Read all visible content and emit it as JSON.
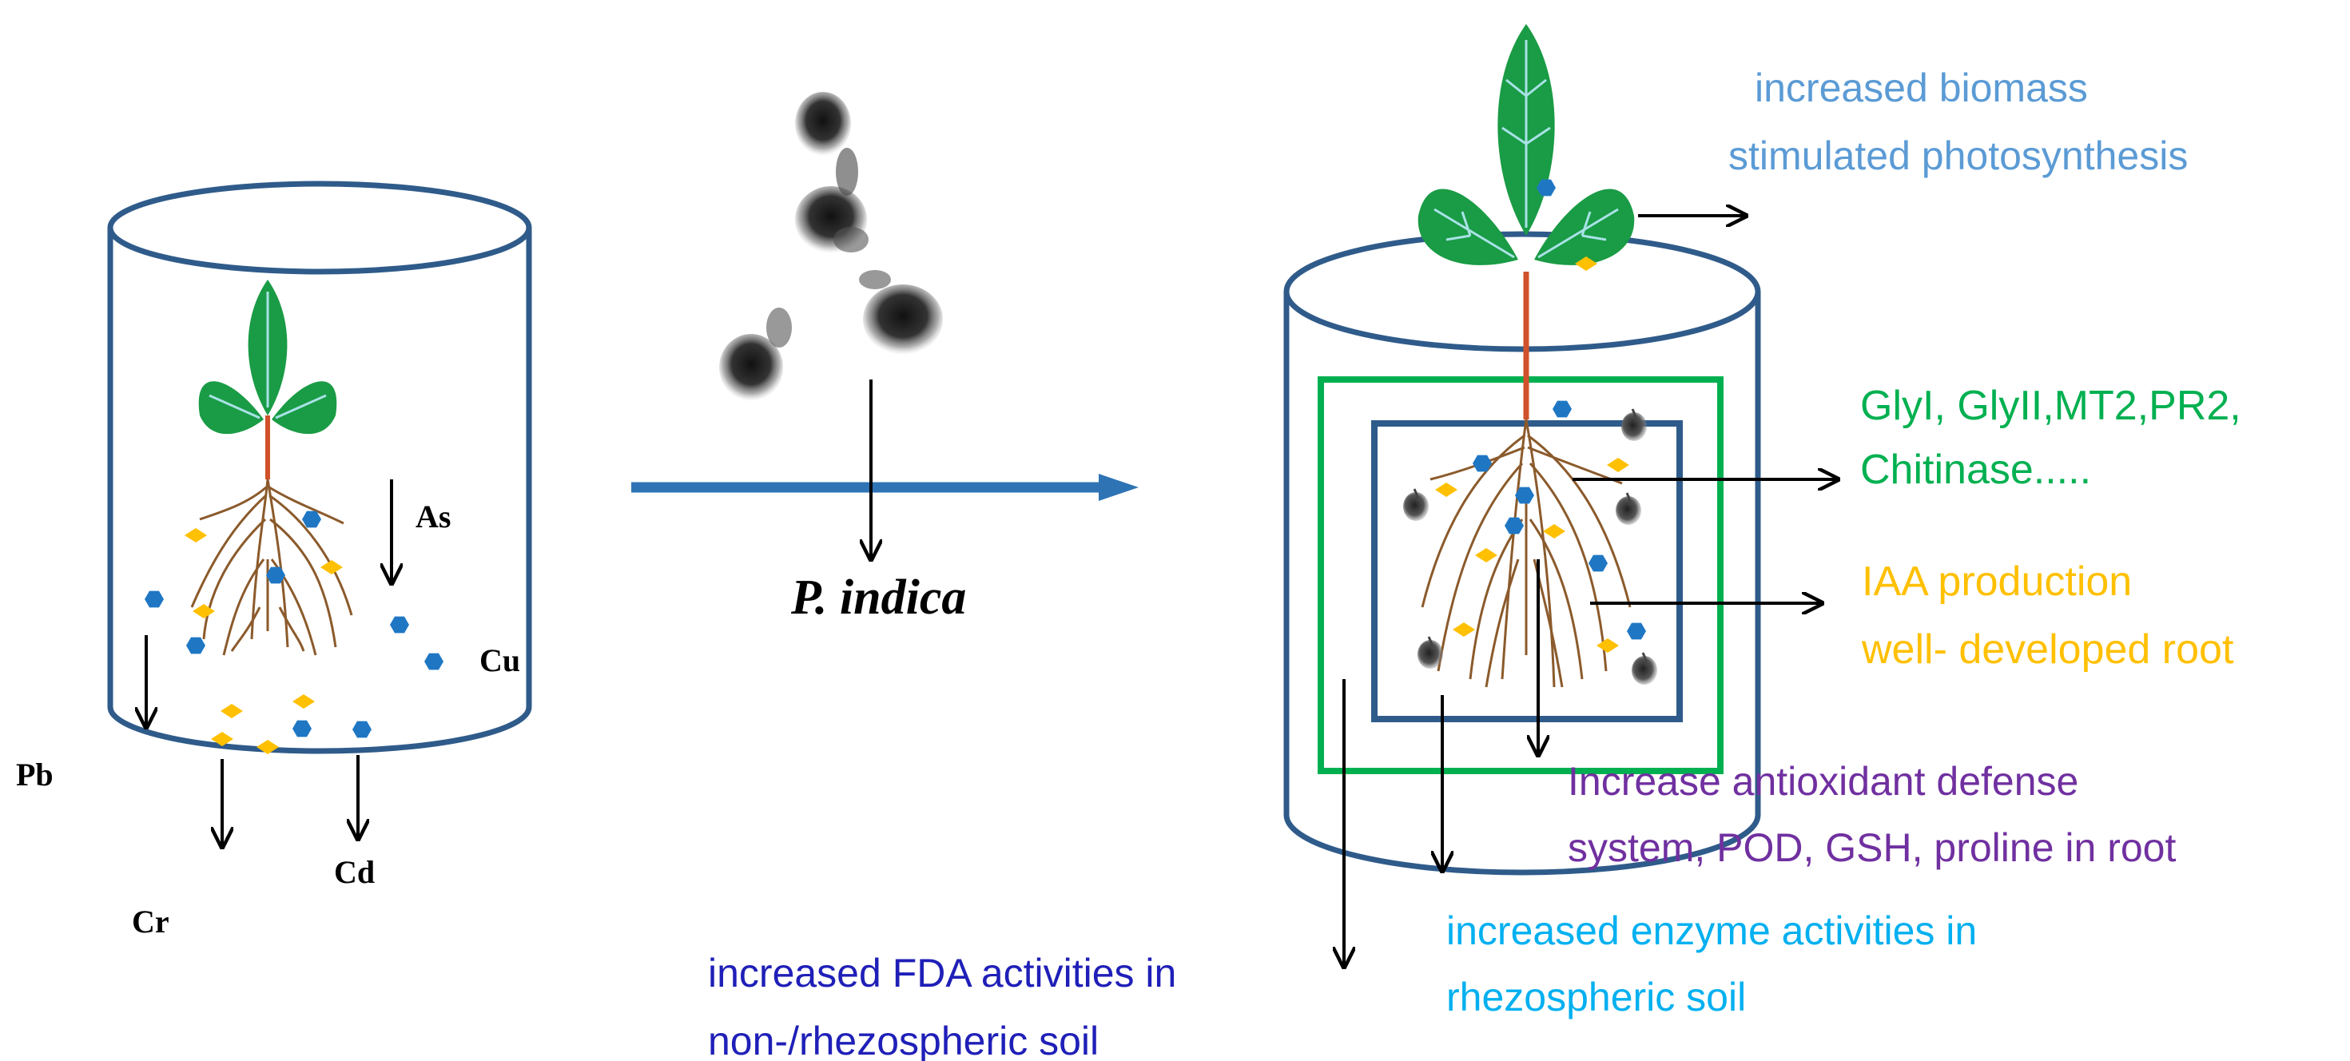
{
  "left_pot": {
    "metals": {
      "as": "As",
      "cu": "Cu",
      "pb": "Pb",
      "cd": "Cd",
      "cr": "Cr"
    }
  },
  "treatment": {
    "fungus_label": "P. indica"
  },
  "right_pot": {
    "shoot_effects": {
      "line1": "increased biomass",
      "line2": "stimulated photosynthesis"
    },
    "genes": {
      "line1": "GlyI,  GlyII,MT2,PR2,",
      "line2": "Chitinase....."
    },
    "root_effects": {
      "line1": "IAA production",
      "line2": "well- developed root"
    },
    "antioxidant": {
      "line1": "Increase antioxidant defense",
      "line2": "system, POD, GSH, proline in root"
    },
    "enzyme": {
      "line1": "increased enzyme activities in",
      "line2": "rhezospheric soil"
    },
    "fda": {
      "line1": "increased FDA activities in",
      "line2": "non-/rhezospheric soil"
    }
  },
  "colors": {
    "pot_outline": "#2f5b8a",
    "process_arrow": "#2e74b5",
    "leaf": "#1a9b45",
    "leaf_vein": "#a8e2e6",
    "stem": "#d0512a",
    "root": "#8b5a2b",
    "metal_hexagon": "#1f77c4",
    "metal_diamond": "#ffc000",
    "green_box": "#00b050",
    "inner_box": "#2f5b8a",
    "shoot_text": "#5b9bd5",
    "gene_text": "#00b050",
    "root_text": "#ffc000",
    "antioxidant_text": "#7030a0",
    "enzyme_text": "#00b0f0",
    "fda_text": "#1f1fb8"
  },
  "icons": [
    "leaf-icon",
    "root-icon",
    "hexagon-metal-icon",
    "diamond-metal-icon",
    "fungal-spore-icon"
  ]
}
